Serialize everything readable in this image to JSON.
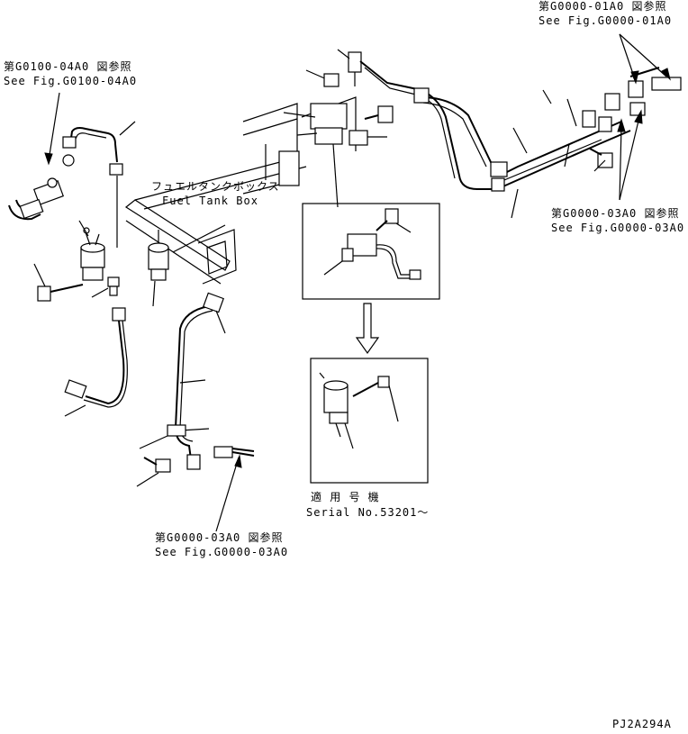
{
  "refs": {
    "top_right_fig_jp": "第G0000-01A0 図参照",
    "top_right_fig_en": "See Fig.G0000-01A0",
    "top_left_fig_jp": "第G0100-04A0 図参照",
    "top_left_fig_en": "See Fig.G0100-04A0",
    "right_fig_jp": "第G0000-03A0 図参照",
    "right_fig_en": "See Fig.G0000-03A0",
    "bottom_fig_jp": "第G0000-03A0 図参照",
    "bottom_fig_en": "See Fig.G0000-03A0"
  },
  "fuel_tank": {
    "jp": "フュエルタンクボックス",
    "en": "Fuel Tank Box"
  },
  "serial": {
    "jp": "適 用 号 機",
    "en": "Serial No.53201〜"
  },
  "drawing_code": "PJ2A294A"
}
